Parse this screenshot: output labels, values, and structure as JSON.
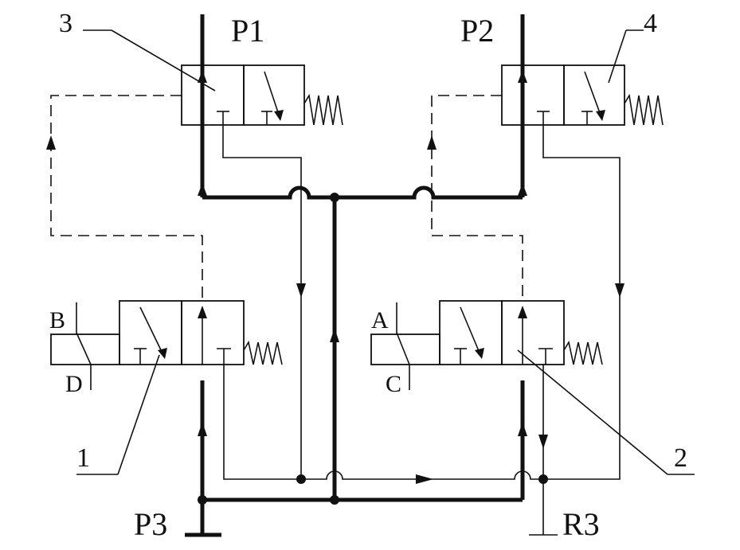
{
  "ports": {
    "p1": "P1",
    "p2": "P2",
    "p3": "P3",
    "r3": "R3"
  },
  "callouts": {
    "c1": "1",
    "c2": "2",
    "c3": "3",
    "c4": "4"
  },
  "controls": {
    "a": "A",
    "b": "B",
    "c": "C",
    "d": "D"
  }
}
